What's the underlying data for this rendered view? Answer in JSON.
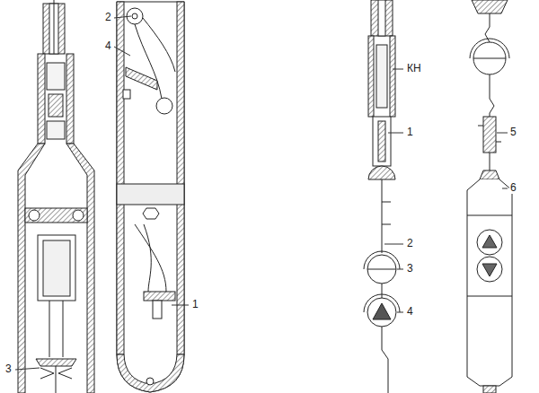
{
  "diagram": {
    "labels": [
      "2",
      "4",
      "3",
      "1",
      "КН",
      "1",
      "2",
      "3",
      "4",
      "5",
      "6"
    ]
  }
}
